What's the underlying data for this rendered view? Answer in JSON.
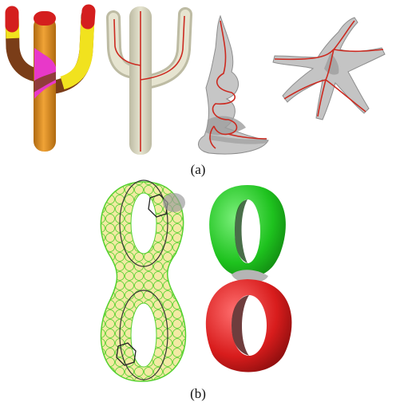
{
  "figure": {
    "panel_a": {
      "caption": "(a)",
      "items": [
        {
          "name": "cactus-segmented",
          "segment_colors": [
            "#e5951e",
            "#7a3d18",
            "#e838c9",
            "#f1e21e",
            "#d41e1e"
          ]
        },
        {
          "name": "cactus-skeleton",
          "body_color": "#d9d7c1",
          "curve_color": "#cc2a20"
        },
        {
          "name": "twisted-shape-skeleton",
          "body_color": "#b7b7b7",
          "curve_color": "#cc2a20"
        },
        {
          "name": "star-shape-skeleton",
          "body_color": "#bdbdbd",
          "curve_color": "#cc2a20"
        }
      ]
    },
    "panel_b": {
      "caption": "(b)",
      "items": [
        {
          "name": "double-torus-wireframe",
          "body_color": "#f3eaa4",
          "curve_color": "#55d12f"
        },
        {
          "name": "double-torus-segmented",
          "segment_colors": [
            "#1ec21e",
            "#d81c1c",
            "#b5b5b5"
          ]
        }
      ]
    }
  }
}
